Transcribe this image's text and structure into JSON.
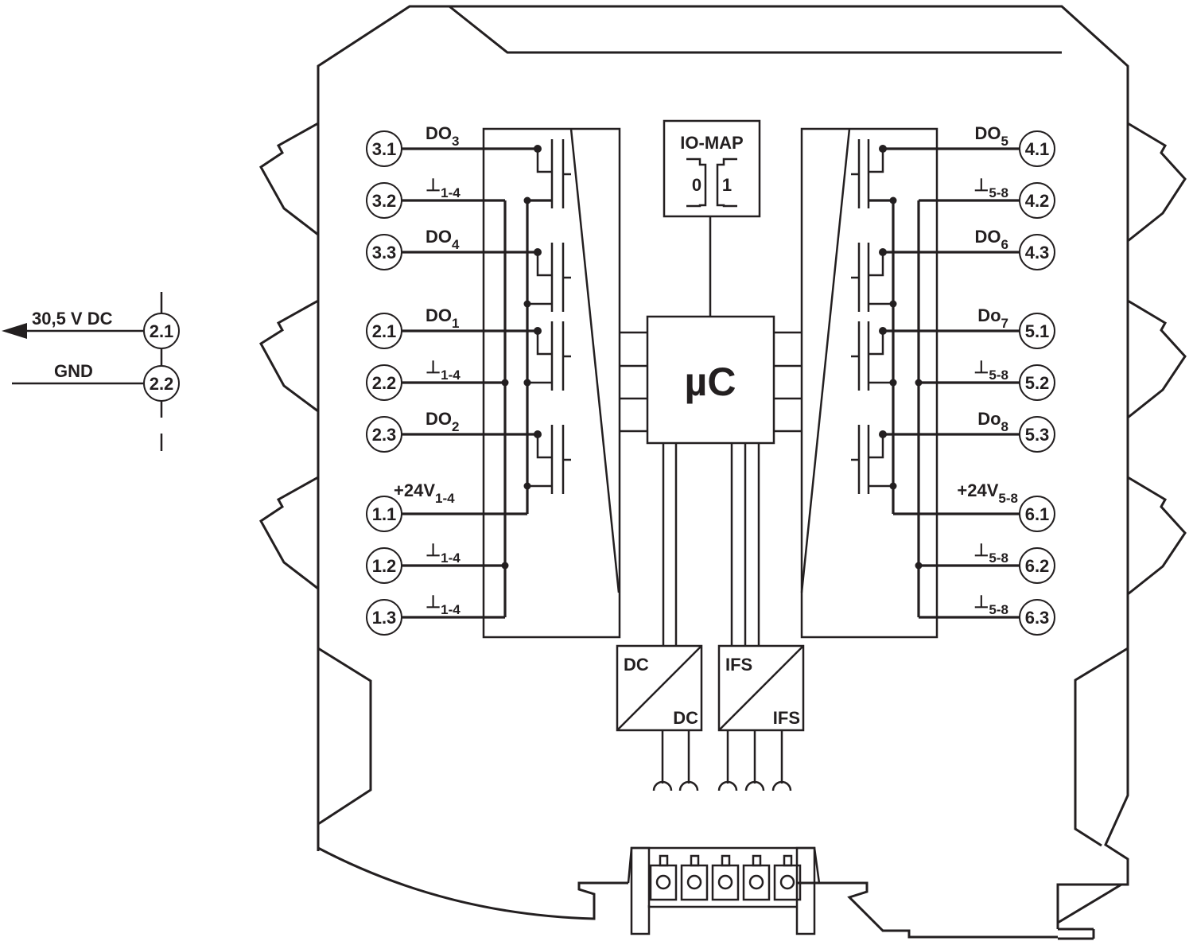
{
  "title": "Block diagram – 8-channel digital output module",
  "colors": {
    "line": "#231f20",
    "background": "#ffffff"
  },
  "left_terminals": [
    {
      "id": "3.1",
      "label": "DO",
      "sub": "3",
      "kind": "output"
    },
    {
      "id": "3.2",
      "label": "⊥",
      "sub": "1-4",
      "kind": "ground"
    },
    {
      "id": "3.3",
      "label": "DO",
      "sub": "4",
      "kind": "output"
    },
    {
      "id": "2.1",
      "label": "DO",
      "sub": "1",
      "kind": "output"
    },
    {
      "id": "2.2",
      "label": "⊥",
      "sub": "1-4",
      "kind": "ground"
    },
    {
      "id": "2.3",
      "label": "DO",
      "sub": "2",
      "kind": "output"
    },
    {
      "id": "1.1",
      "label": "+24V",
      "sub": "1-4",
      "kind": "supply"
    },
    {
      "id": "1.2",
      "label": "⊥",
      "sub": "1-4",
      "kind": "ground"
    },
    {
      "id": "1.3",
      "label": "⊥",
      "sub": "1-4",
      "kind": "ground"
    }
  ],
  "right_terminals": [
    {
      "id": "4.1",
      "label": "DO",
      "sub": "5",
      "kind": "output"
    },
    {
      "id": "4.2",
      "label": "⊥",
      "sub": "5-8",
      "kind": "ground"
    },
    {
      "id": "4.3",
      "label": "DO",
      "sub": "6",
      "kind": "output"
    },
    {
      "id": "5.1",
      "label": "Do",
      "sub": "7",
      "kind": "output"
    },
    {
      "id": "5.2",
      "label": "⊥",
      "sub": "5-8",
      "kind": "ground"
    },
    {
      "id": "5.3",
      "label": "Do",
      "sub": "8",
      "kind": "output"
    },
    {
      "id": "6.1",
      "label": "+24V",
      "sub": "5-8",
      "kind": "supply"
    },
    {
      "id": "6.2",
      "label": "⊥",
      "sub": "5-8",
      "kind": "ground"
    },
    {
      "id": "6.3",
      "label": "⊥",
      "sub": "5-8",
      "kind": "ground"
    }
  ],
  "external": {
    "supply_label": "30,5 V DC",
    "supply_terminal": "2.1",
    "gnd_label": "GND",
    "gnd_terminal": "2.2"
  },
  "blocks": {
    "io_map": {
      "title": "IO-MAP",
      "switch_positions": [
        "0",
        "1"
      ]
    },
    "microcontroller": {
      "label": "µC"
    },
    "dc_converter": {
      "top": "DC",
      "bottom": "DC"
    },
    "ifs_converter": {
      "top": "IFS",
      "bottom": "IFS"
    }
  },
  "bus_connector": {
    "contacts": 5
  },
  "icons": {
    "terminal": "circle-terminal-icon",
    "transistor": "mosfet-icon",
    "arrow": "arrow-left-icon",
    "ground": "ground-symbol-icon"
  }
}
